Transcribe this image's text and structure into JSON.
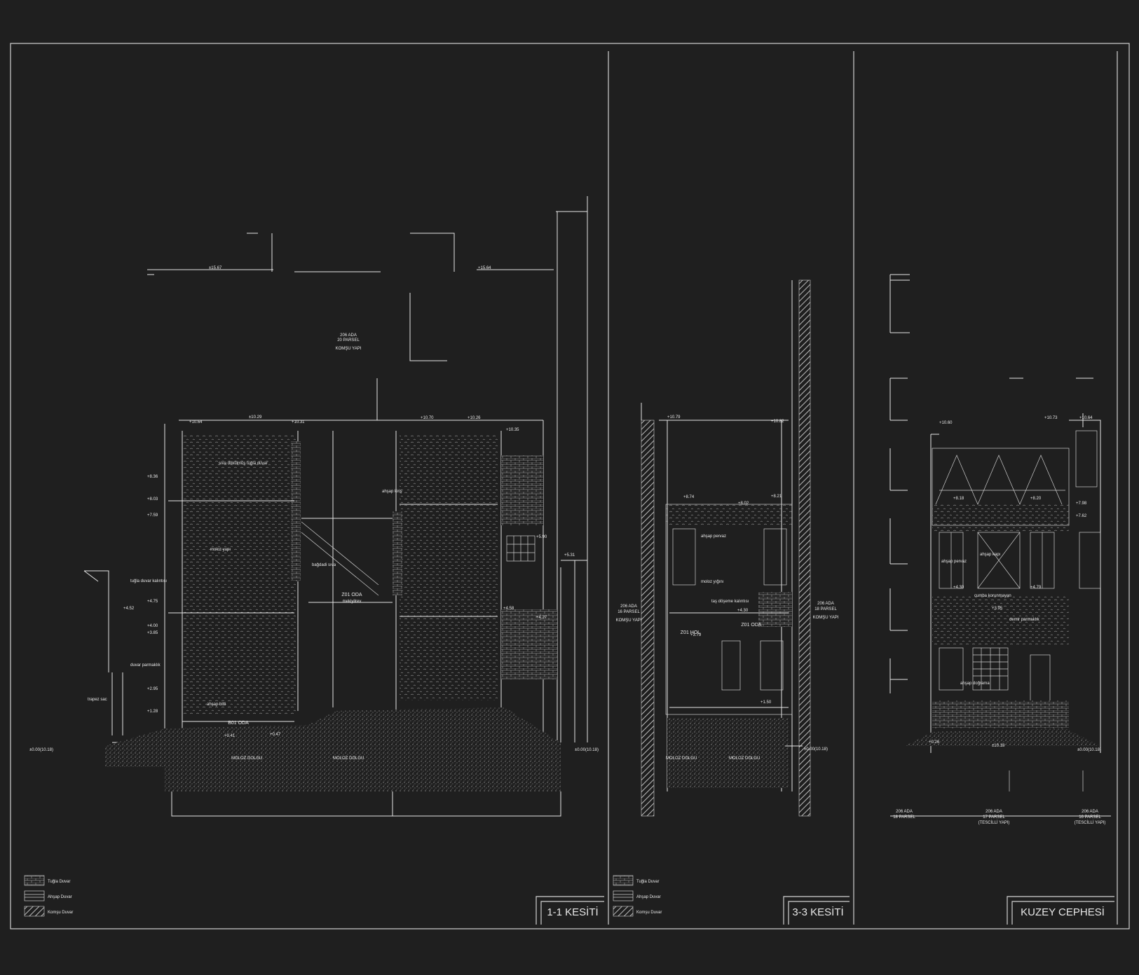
{
  "colors": {
    "background": "#1f1f1f",
    "line": "#e6e6e6",
    "hatch": "#bdbdbd"
  },
  "panels": [
    {
      "id": "section-1-1",
      "title": "1-1 KESİTİ"
    },
    {
      "id": "section-3-3",
      "title": "3-3 KESİTİ"
    },
    {
      "id": "north-elevation",
      "title": "KUZEY CEPHESİ"
    }
  ],
  "legend": [
    {
      "label": "Tuğla Duvar",
      "pattern": "brick-hatch"
    },
    {
      "label": "Ahşap Duvar",
      "pattern": "timber-lines"
    },
    {
      "label": "Komşu Duvar",
      "pattern": "diagonal-hatch"
    }
  ],
  "section1": {
    "neighbor": [
      "206 ADA",
      "20 PARSEL",
      "KOMŞU YAPI"
    ],
    "levels": [
      "±15.67",
      "+15.64",
      "+10.64",
      "±10.29",
      "+10.31",
      "+10.70",
      "+10.26",
      "+10.35",
      "+8.36",
      "+8.03",
      "+7.59",
      "+4.75",
      "+4.52",
      "+4.00",
      "+3.85",
      "+2.95",
      "+1.28",
      "+0.47",
      "+0.41",
      "±0.00(10.18)",
      "±0.00(10.18)",
      "+5.90",
      "+5.31",
      "+4.58",
      "+4.27"
    ],
    "rooms": [
      {
        "name": "Z01 ODA",
        "sub": "mekiyilrev"
      },
      {
        "name": "B01 ODA",
        "sub": ""
      }
    ],
    "notes": [
      "sıva dökülmüş tuğla duvar",
      "ahşap kiriş",
      "bağdadi sıva",
      "tuğla duvar kalıntısı",
      "duvar parmaklık",
      "trapez sac",
      "ahşap bitti",
      "moloz yapı",
      "MOLOZ DOLGU",
      "MOLOZ DOLGU"
    ]
  },
  "section3": {
    "neighbor_left": [
      "206 ADA",
      "16 PARSEL",
      "KOMŞU YAPI"
    ],
    "neighbor_right": [
      "206 ADA",
      "18 PARSEL",
      "KOMŞU YAPI"
    ],
    "levels": [
      "+10.79",
      "+10.82",
      "+8.74",
      "+8.02",
      "+8.21",
      "+4.30",
      "+3.79",
      "+1.50",
      "±0.00(10.18)"
    ],
    "rooms": [
      {
        "name": "Z01 HOL",
        "sub": ""
      },
      {
        "name": "Z01 ODA",
        "sub": ""
      }
    ],
    "notes": [
      "ahşap pervaz",
      "moloz yığını",
      "taş döşeme kalıntısı",
      "MOLOZ DOLGU",
      "MOLOZ DOLGU"
    ]
  },
  "elevation": {
    "levels": [
      "+10.60",
      "+10.73",
      "+10.64",
      "+8.18",
      "+8.20",
      "+7.98",
      "+7.62",
      "+4.30",
      "+4.79",
      "+3.95",
      "+0.26",
      "±0.00(10.18)",
      "±10.18"
    ],
    "notes": [
      "ahşap pervaz",
      "ahşap kapı",
      "cumba korunmayan",
      "demir parmaklık",
      "ahşap doğrama"
    ],
    "parcels": [
      {
        "lines": [
          "206 ADA",
          "18 PARSEL"
        ]
      },
      {
        "lines": [
          "206 ADA",
          "17 PARSEL",
          "(TESCİLLİ YAPI)"
        ]
      },
      {
        "lines": [
          "206 ADA",
          "16 PARSEL",
          "(TESCİLLİ YAPI)"
        ]
      }
    ]
  }
}
